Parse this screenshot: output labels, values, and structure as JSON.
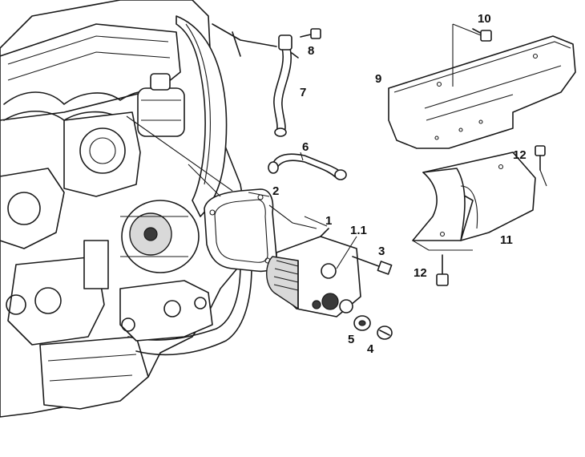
{
  "callouts": {
    "c1": "1",
    "c1_1": "1.1",
    "c2": "2",
    "c3": "3",
    "c4": "4",
    "c5": "5",
    "c6": "6",
    "c7": "7",
    "c8": "8",
    "c9": "9",
    "c10": "10",
    "c11": "11",
    "c12a": "12",
    "c12b": "12"
  },
  "colors": {
    "line": "#1a1a1a",
    "background": "#ffffff",
    "shade": "#d9d9d9"
  }
}
